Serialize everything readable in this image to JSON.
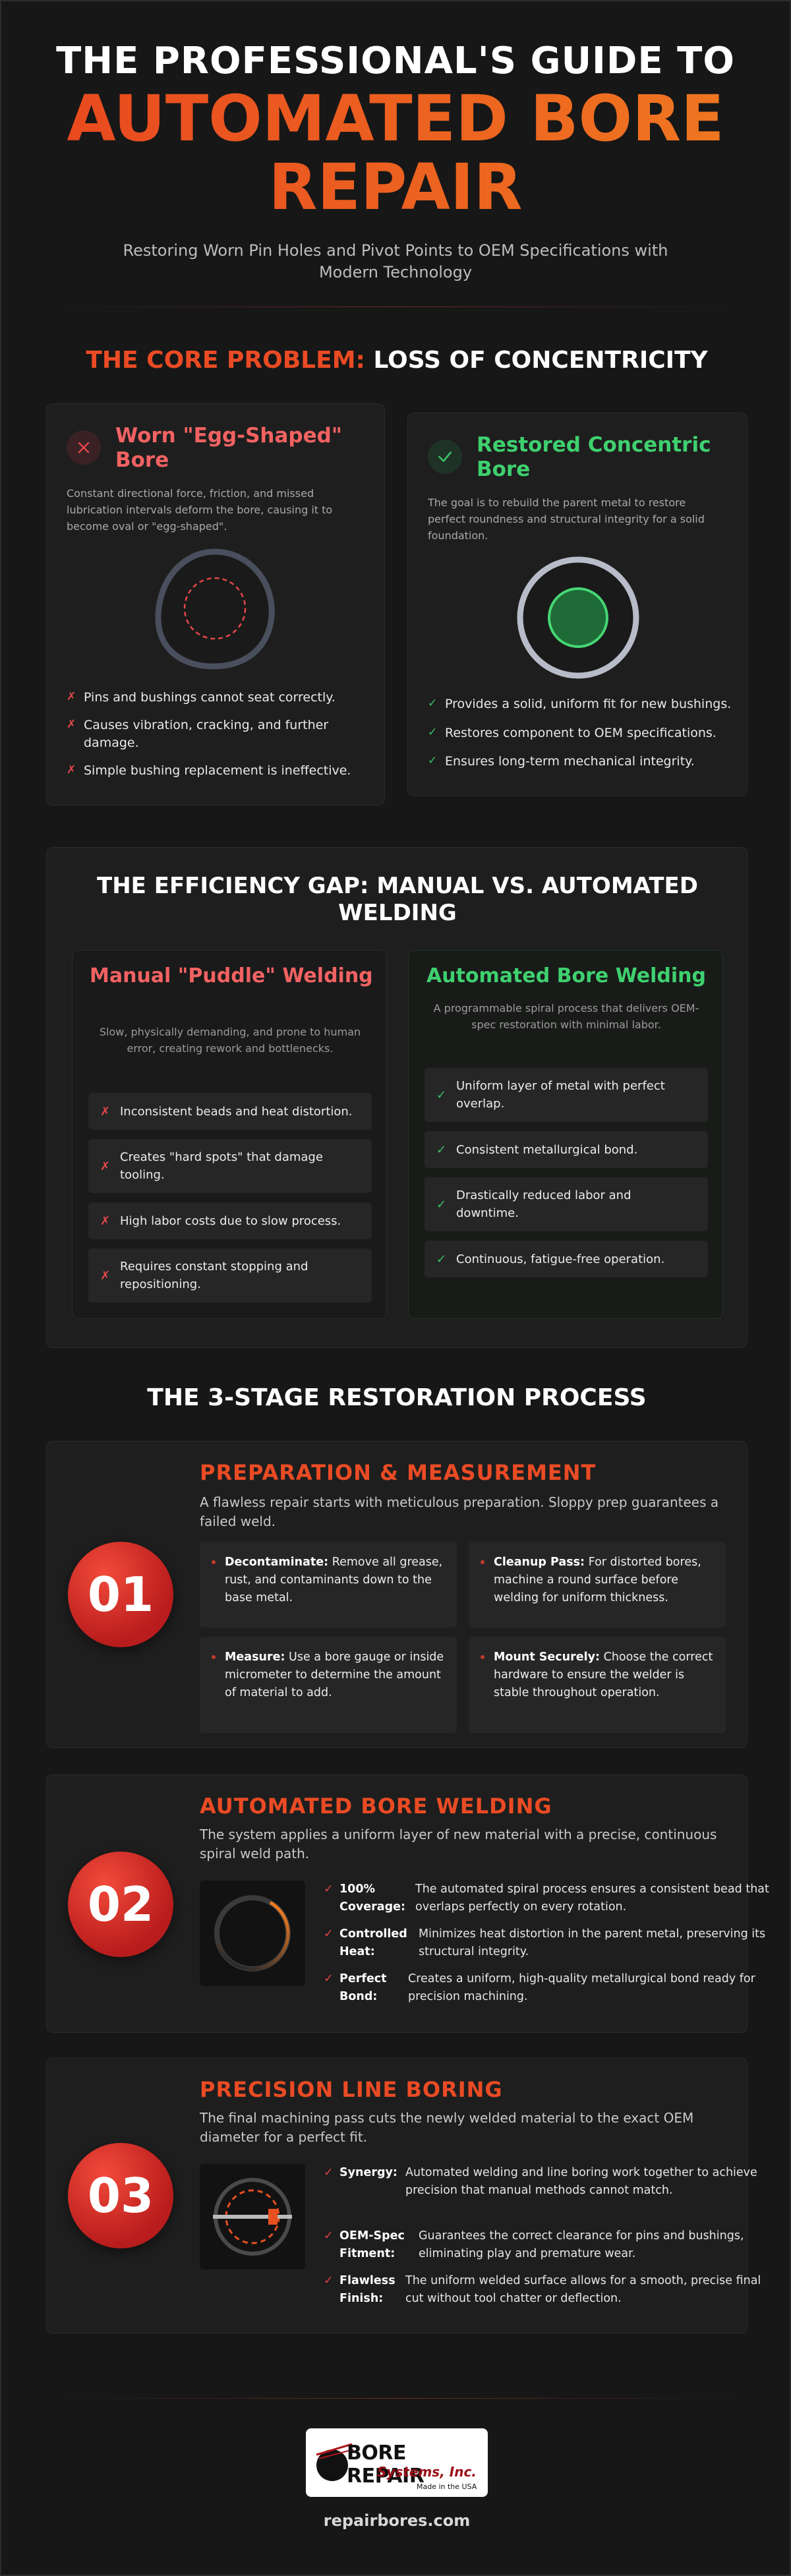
{
  "hero": {
    "title_line1": "THE PROFESSIONAL'S GUIDE TO",
    "title_highlight_line1": "AUTOMATED BORE",
    "title_highlight_line2": "REPAIR",
    "subtitle": "Restoring Worn Pin Holes and Pivot Points to OEM Specifications with Modern Technology"
  },
  "core_problem": {
    "title_accent": "THE CORE PROBLEM:",
    "title_rest": "LOSS OF CONCENTRICITY",
    "worn": {
      "title": "Worn \"Egg-Shaped\" Bore",
      "description": "Constant directional force, friction, and missed lubrication intervals deform the bore, causing it to become oval or \"egg-shaped\".",
      "points": [
        "Pins and bushings cannot seat correctly.",
        "Causes vibration, cracking, and further damage.",
        "Simple bushing replacement is ineffective."
      ]
    },
    "restored": {
      "title": "Restored Concentric Bore",
      "description": "The goal is to rebuild the parent metal to restore perfect roundness and structural integrity for a solid foundation.",
      "points": [
        "Provides a solid, uniform fit for new bushings.",
        "Restores component to OEM specifications.",
        "Ensures long-term mechanical integrity."
      ]
    }
  },
  "efficiency": {
    "title": "THE EFFICIENCY GAP: MANUAL VS. AUTOMATED WELDING",
    "manual": {
      "title": "Manual \"Puddle\" Welding",
      "subtitle": "Slow, physically demanding, and prone to human error, creating rework and bottlenecks.",
      "points": [
        "Inconsistent beads and heat distortion.",
        "Creates \"hard spots\" that damage tooling.",
        "High labor costs due to slow process.",
        "Requires constant stopping and repositioning."
      ]
    },
    "automated": {
      "title": "Automated Bore Welding",
      "subtitle": "A programmable spiral process that delivers OEM-spec restoration with minimal labor.",
      "points": [
        "Uniform layer of metal with perfect overlap.",
        "Consistent metallurgical bond.",
        "Drastically reduced labor and downtime.",
        "Continuous, fatigue-free operation."
      ]
    }
  },
  "process": {
    "title": "THE 3-STAGE RESTORATION PROCESS",
    "stages": [
      {
        "number": "01",
        "title": "PREPARATION & MEASUREMENT",
        "lead": "A flawless repair starts with meticulous preparation. Sloppy prep guarantees a failed weld.",
        "steps": [
          {
            "key": "Decontaminate:",
            "text": "Remove all grease, rust, and contaminants down to the base metal."
          },
          {
            "key": "Cleanup Pass:",
            "text": "For distorted bores, machine a round surface before welding for uniform thickness."
          },
          {
            "key": "Measure:",
            "text": "Use a bore gauge or inside micrometer to determine the amount of material to add."
          },
          {
            "key": "Mount Securely:",
            "text": "Choose the correct hardware to ensure the welder is stable throughout operation."
          }
        ]
      },
      {
        "number": "02",
        "title": "AUTOMATED BORE WELDING",
        "lead": "The system applies a uniform layer of new material with a precise, continuous spiral weld path.",
        "features": [
          {
            "key": "100% Coverage:",
            "text": "The automated spiral process ensures a consistent bead that overlaps perfectly on every rotation."
          },
          {
            "key": "Controlled Heat:",
            "text": "Minimizes heat distortion in the parent metal, preserving its structural integrity."
          },
          {
            "key": "Perfect Bond:",
            "text": "Creates a uniform, high-quality metallurgical bond ready for precision machining."
          }
        ]
      },
      {
        "number": "03",
        "title": "PRECISION LINE BORING",
        "lead": "The final machining pass cuts the newly welded material to the exact OEM diameter for a perfect fit.",
        "features": [
          {
            "key": "Synergy:",
            "text": "Automated welding and line boring work together to achieve precision that manual methods cannot match."
          },
          {
            "key": "OEM-Spec Fitment:",
            "text": "Guarantees the correct clearance for pins and bushings, eliminating play and premature wear."
          },
          {
            "key": "Flawless Finish:",
            "text": "The uniform welded surface allows for a smooth, precise final cut without tool chatter or deflection."
          }
        ]
      }
    ]
  },
  "footer": {
    "logo_line1": "BORE REPAIR",
    "logo_line2": "Systems, Inc.",
    "logo_tag": "Made in the USA",
    "website": "repairbores.com"
  },
  "icons": {
    "x_mark": "x-mark-icon",
    "check_mark": "check-icon"
  },
  "colors": {
    "accent_orange": "#ea4b24",
    "success_green": "#39c36a",
    "problem_red": "#e5474d"
  }
}
